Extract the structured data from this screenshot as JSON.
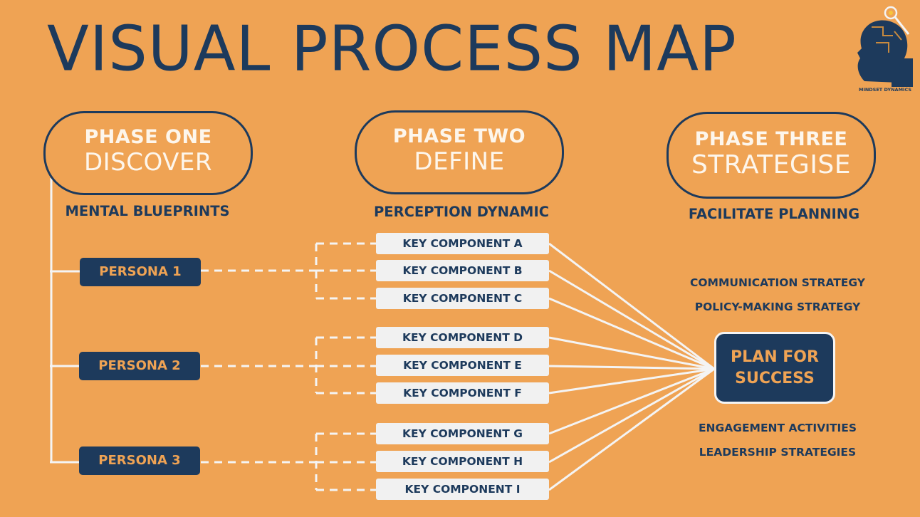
{
  "title": "VISUAL PROCESS MAP",
  "logo": {
    "text": "MINDSET DYNAMICS"
  },
  "phases": [
    {
      "number": "PHASE ONE",
      "name": "DISCOVER",
      "subtitle": "MENTAL BLUEPRINTS"
    },
    {
      "number": "PHASE TWO",
      "name": "DEFINE",
      "subtitle": "PERCEPTION DYNAMIC"
    },
    {
      "number": "PHASE THREE",
      "name": "STRATEGISE",
      "subtitle": "FACILITATE PLANNING"
    }
  ],
  "personas": [
    "PERSONA 1",
    "PERSONA 2",
    "PERSONA 3"
  ],
  "components": [
    "KEY COMPONENT A",
    "KEY COMPONENT B",
    "KEY COMPONENT C",
    "KEY COMPONENT D",
    "KEY COMPONENT E",
    "KEY COMPONENT F",
    "KEY COMPONENT G",
    "KEY COMPONENT H",
    "KEY COMPONENT I"
  ],
  "strategies_top": [
    "COMMUNICATION STRATEGY",
    "POLICY-MAKING STRATEGY"
  ],
  "plan": "PLAN FOR\nSUCCESS",
  "strategies_bottom": [
    "ENGAGEMENT ACTIVITIES",
    "LEADERSHIP STRATEGIES"
  ],
  "colors": {
    "background": "#EFA354",
    "navy": "#1D3A5C",
    "light": "#F1F1F1"
  }
}
